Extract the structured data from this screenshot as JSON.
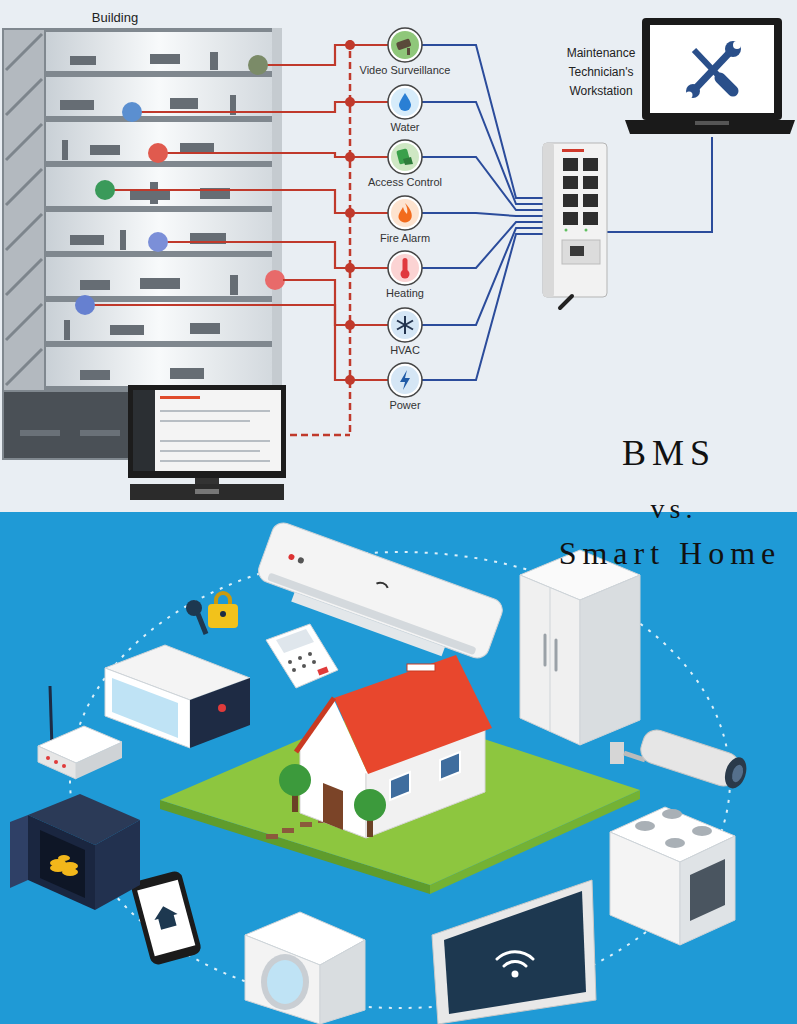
{
  "diagram": {
    "nodes": [
      {
        "text": [
          "Building"
        ]
      },
      {
        "text": [
          "Video Surveillance"
        ]
      },
      {
        "text": [
          "Water"
        ]
      },
      {
        "text": [
          "Access Control"
        ]
      },
      {
        "text": [
          "Fire Alarm"
        ]
      },
      {
        "text": [
          "Heating"
        ]
      },
      {
        "text": [
          "HVAC"
        ]
      },
      {
        "text": [
          "Power"
        ]
      },
      {
        "text": [
          "Maintenance Technician's Workstation"
        ]
      }
    ],
    "edges": [
      {
        "from": 0,
        "to": 1,
        "arrow": "none"
      },
      {
        "from": 0,
        "to": 2,
        "arrow": "none"
      },
      {
        "from": 0,
        "to": 3,
        "arrow": "none"
      },
      {
        "from": 0,
        "to": 4,
        "arrow": "none"
      },
      {
        "from": 0,
        "to": 5,
        "arrow": "none"
      },
      {
        "from": 0,
        "to": 6,
        "arrow": "none"
      },
      {
        "from": 0,
        "to": 7,
        "arrow": "none"
      },
      {
        "from": 1,
        "to": 8,
        "arrow": "none"
      },
      {
        "from": 2,
        "to": 8,
        "arrow": "none"
      },
      {
        "from": 3,
        "to": 8,
        "arrow": "none"
      },
      {
        "from": 4,
        "to": 8,
        "arrow": "none"
      },
      {
        "from": 5,
        "to": 8,
        "arrow": "none"
      },
      {
        "from": 6,
        "to": 8,
        "arrow": "none"
      },
      {
        "from": 7,
        "to": 8,
        "arrow": "none"
      }
    ],
    "labels": [
      "BMS",
      "vs.",
      "Smart Home"
    ]
  }
}
